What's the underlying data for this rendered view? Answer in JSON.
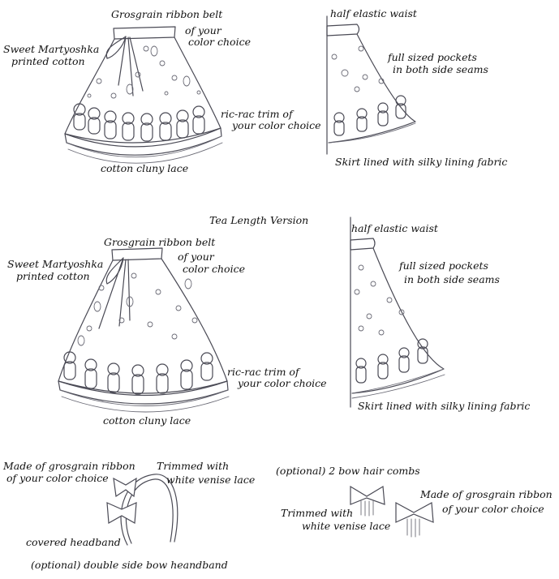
{
  "sections": {
    "standard_skirt": {
      "front_labels": {
        "belt": [
          "Grosgrain ribbon belt",
          "of your",
          "color choice"
        ],
        "fabric": [
          "Sweet Martyoshka",
          "printed cotton"
        ],
        "trim": [
          "ric-rac trim of",
          "your color choice"
        ],
        "lace": "cotton cluny lace"
      },
      "side_labels": {
        "waist": "half elastic waist",
        "pockets": [
          "full sized pockets",
          "in both side seams"
        ],
        "lining": "Skirt lined with silky lining fabric"
      }
    },
    "tea_length_skirt": {
      "title": "Tea Length Version",
      "front_labels": {
        "belt": [
          "Grosgrain ribbon belt",
          "of your",
          "color choice"
        ],
        "fabric": [
          "Sweet Martyoshka",
          "printed cotton"
        ],
        "trim": [
          "ric-rac trim of",
          "your color choice"
        ],
        "lace": "cotton cluny lace"
      },
      "side_labels": {
        "waist": "half elastic waist",
        "pockets": [
          "full sized pockets",
          "in both side seams"
        ],
        "lining": "Skirt lined with silky lining fabric"
      }
    },
    "headband": {
      "material": [
        "Made of grosgrain ribbon",
        "of your color choice"
      ],
      "trim": [
        "Trimmed with",
        "white venise lace"
      ],
      "base": "covered headband",
      "caption": "(optional) double side bow heandband"
    },
    "hair_combs": {
      "caption": "(optional) 2 bow hair combs",
      "trim": [
        "Trimmed with",
        "white venise lace"
      ],
      "material": [
        "Made of grosgrain ribbon",
        "of your color choice"
      ]
    }
  },
  "colors": {
    "ink": "#4a4a55",
    "text": "#111111",
    "background": "#ffffff"
  }
}
